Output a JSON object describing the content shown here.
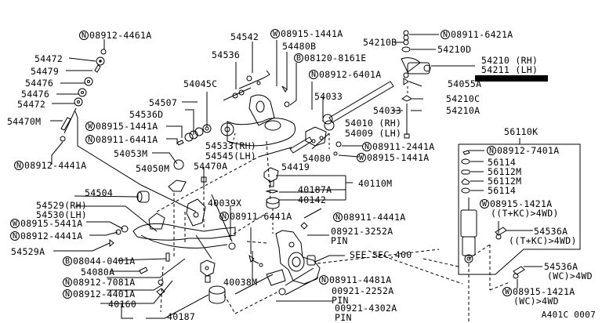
{
  "diagram": {
    "title_code": "A401C 0007",
    "labels": {
      "n_08912_4461A": {
        "prefix": "N",
        "text": "08912-4461A"
      },
      "p54472a": {
        "text": "54472"
      },
      "p54479": {
        "text": "54479"
      },
      "p54476a": {
        "text": "54476"
      },
      "p54476b": {
        "text": "54476"
      },
      "p54472b": {
        "text": "54472"
      },
      "p54470M": {
        "text": "54470M"
      },
      "n_08912_4441A_top": {
        "prefix": "N",
        "text": "08912-4441A"
      },
      "p54542": {
        "text": "54542"
      },
      "w_08915_1441A_top": {
        "prefix": "W",
        "text": "08915-1441A"
      },
      "p54480B": {
        "text": "54480B"
      },
      "p54536": {
        "text": "54536"
      },
      "b_08120_8161E": {
        "prefix": "B",
        "text": "08120-8161E"
      },
      "n_08912_6401A": {
        "prefix": "N",
        "text": "08912-6401A"
      },
      "p54045C": {
        "text": "54045C"
      },
      "p54507": {
        "text": "54507"
      },
      "p54536D": {
        "text": "54536D"
      },
      "w_08915_1441A_mid": {
        "prefix": "W",
        "text": "08915-1441A"
      },
      "n_08911_6441A_left": {
        "prefix": "N",
        "text": "08911-6441A"
      },
      "p54053M": {
        "text": "54053M"
      },
      "p54050M": {
        "text": "54050M"
      },
      "p54533": {
        "text": "54533(RH)"
      },
      "p54545": {
        "text": "54545(LH)"
      },
      "p54470A": {
        "text": "54470A"
      },
      "p54033a": {
        "text": "54033"
      },
      "p54033b": {
        "text": "54033"
      },
      "p54010": {
        "text": "54010 (RH)"
      },
      "p54009": {
        "text": "54009 (LH)"
      },
      "p54080": {
        "text": "54080"
      },
      "p54419": {
        "text": "54419"
      },
      "n_08911_2441A": {
        "prefix": "N",
        "text": "08911-2441A"
      },
      "w_08915_1441A_right": {
        "prefix": "W",
        "text": "08915-1441A"
      },
      "p54210B": {
        "text": "54210B"
      },
      "n_08911_6421A": {
        "prefix": "N",
        "text": "08911-6421A"
      },
      "p54210D": {
        "text": "54210D"
      },
      "p54210": {
        "text": "54210 (RH)"
      },
      "p54211": {
        "text": "54211 (LH)"
      },
      "p54055A": {
        "text": "54055A"
      },
      "p54210C": {
        "text": "54210C"
      },
      "p54210A": {
        "text": "54210A"
      },
      "p56110K": {
        "text": "56110K"
      },
      "n_08912_7401A": {
        "prefix": "N",
        "text": "08912-7401A"
      },
      "p56114a": {
        "text": "56114"
      },
      "p56112Ma": {
        "text": "56112M"
      },
      "p56112Mb": {
        "text": "56112M"
      },
      "p56114b": {
        "text": "56114"
      },
      "w_08915_1421A_tkc": {
        "prefix": "W",
        "text": "08915-1421A",
        "note": "((T+KC)>4WD)"
      },
      "p54536A_tkc": {
        "text": "54536A",
        "note": "((T+KC)>4WD)"
      },
      "p54536A_wc": {
        "text": "54536A",
        "note": "(WC)>4WD"
      },
      "w_08915_1421A_wc": {
        "prefix": "W",
        "text": "08915-1421A",
        "note": "(WC)>4WD"
      },
      "p54504": {
        "text": "54504"
      },
      "p54529": {
        "text": "54529(RH)"
      },
      "p54530": {
        "text": "54530(LH)"
      },
      "w_08915_5441A": {
        "prefix": "W",
        "text": "08915-5441A"
      },
      "n_08912_4441A_low": {
        "prefix": "N",
        "text": "08912-4441A"
      },
      "p54529A": {
        "text": "54529A"
      },
      "b_08044_0401A": {
        "prefix": "B",
        "text": "08044-0401A"
      },
      "p54080A": {
        "text": "54080A"
      },
      "n_08912_7081A": {
        "prefix": "N",
        "text": "08912-7081A"
      },
      "n_08912_4401A": {
        "prefix": "N",
        "text": "08912-4401A"
      },
      "p40160": {
        "text": "40160"
      },
      "p40187": {
        "text": "40187"
      },
      "p40039X": {
        "text": "40039X"
      },
      "n_08911_6441A_mid": {
        "prefix": "N",
        "text": "08911-6441A"
      },
      "p40038M": {
        "text": "40038M"
      },
      "p40110M": {
        "text": "40110M"
      },
      "p40187A": {
        "text": "40187A"
      },
      "p40142": {
        "text": "40142"
      },
      "n_08911_4441A": {
        "prefix": "N",
        "text": "08911-4441A"
      },
      "pin_08921_3252A": {
        "text": "08921-3252A",
        "note": "PIN"
      },
      "see_sec": {
        "text": "SEE SEC.400"
      },
      "n_08911_4481A": {
        "prefix": "N",
        "text": "08911-4481A"
      },
      "pin_00921_2252A": {
        "text": "00921-2252A",
        "note": "PIN"
      },
      "pin_00921_4302A": {
        "text": "00921-4302A",
        "note": "PIN"
      }
    }
  }
}
